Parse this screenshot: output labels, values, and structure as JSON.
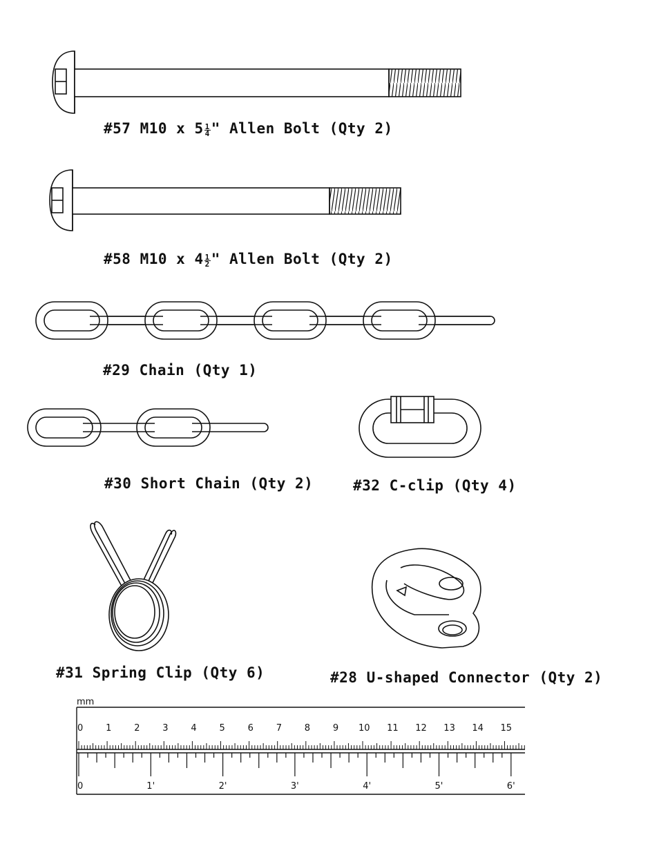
{
  "parts": {
    "p57": {
      "id": "#57",
      "spec_a": "M10 x 5",
      "frac_num": "1",
      "frac_den": "4",
      "spec_b": "\" Allen Bolt",
      "qty": "(Qty 2)"
    },
    "p58": {
      "id": "#58",
      "spec_a": "M10 x 4",
      "frac_num": "1",
      "frac_den": "2",
      "spec_b": "\" Allen Bolt",
      "qty": "(Qty 2)"
    },
    "p29": {
      "label": "#29 Chain",
      "qty": "(Qty 1)"
    },
    "p30": {
      "label": "#30 Short Chain",
      "qty": "(Qty 2)"
    },
    "p32": {
      "label": "#32 C-clip",
      "qty": "(Qty 4)"
    },
    "p31": {
      "label": "#31 Spring Clip",
      "qty": "(Qty 6)"
    },
    "p28": {
      "label": "#28 U-shaped Connector",
      "qty": "(Qty 2)"
    }
  },
  "ruler": {
    "mm_label": "mm",
    "cm_labels": [
      "0",
      "1",
      "2",
      "3",
      "4",
      "5",
      "6",
      "7",
      "8",
      "9",
      "10",
      "11",
      "12",
      "13",
      "14",
      "15"
    ],
    "inch_labels": [
      "0",
      "1'",
      "2'",
      "3'",
      "4'",
      "5'",
      "6'"
    ]
  }
}
